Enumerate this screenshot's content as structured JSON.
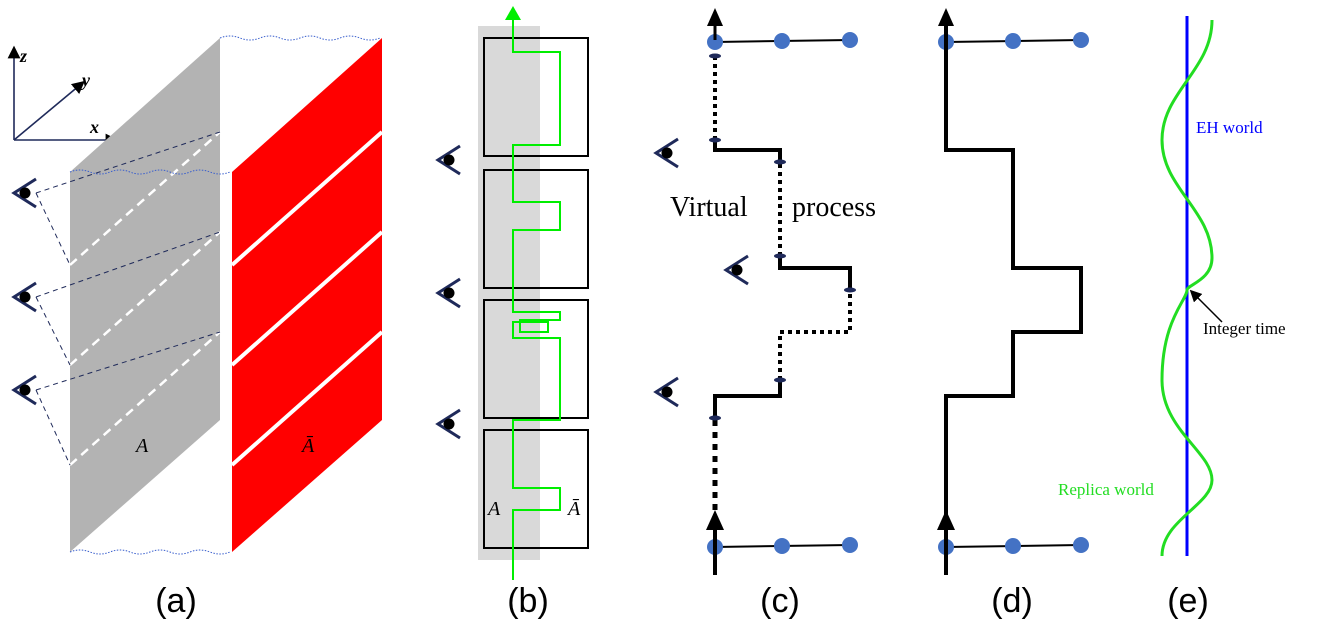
{
  "colors": {
    "gray_region": "#b3b3b3",
    "light_gray_strip": "#d9d9d9",
    "red_region": "#ff0000",
    "green_path": "#00ee00",
    "blue_world": "#0000ff",
    "node_blue": "#4472c4",
    "eye_navy": "#1f2a5a",
    "wavy_edge": "#3a5fcd"
  },
  "icons": [
    "eye-icon",
    "arrow-up-icon",
    "axis-icon"
  ],
  "axes": {
    "x": "x",
    "y": "y",
    "z": "z"
  },
  "panel_a": {
    "label": "(a)",
    "region_A": "A",
    "region_Abar": "Ā"
  },
  "panel_b": {
    "label": "(b)",
    "region_A": "A",
    "region_Abar": "Ā"
  },
  "panel_c": {
    "label": "(c)",
    "annotation_left": "Virtual",
    "annotation_right": "process"
  },
  "panel_d": {
    "label": "(d)"
  },
  "panel_e": {
    "label": "(e)",
    "eh_world": "EH world",
    "integer_time": "Integer time",
    "replica_world": "Replica world"
  }
}
